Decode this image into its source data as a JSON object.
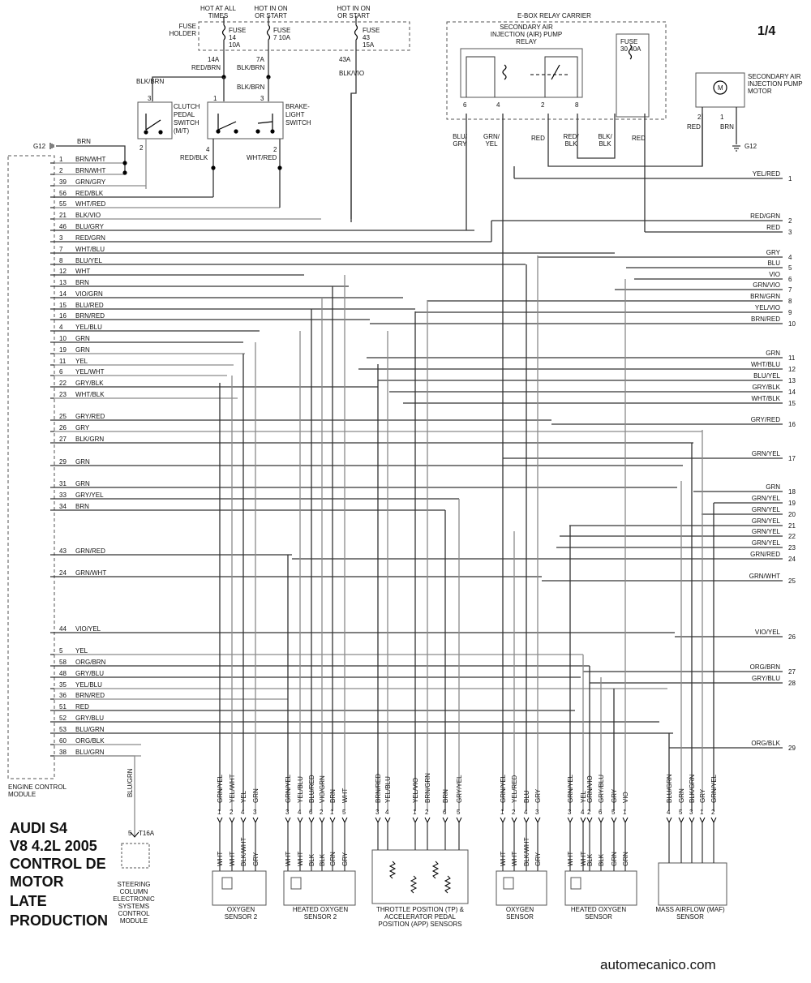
{
  "page_number": "1/4",
  "title_lines": [
    "AUDI S4",
    "V8 4.2L 2005",
    "CONTROL DE",
    "MOTOR",
    "LATE",
    "PRODUCTION"
  ],
  "website": "automecanico.com",
  "power": {
    "hot_at_all_times": "HOT AT ALL TIMES",
    "hot_in_on_or_start_1": "HOT IN ON OR START",
    "hot_in_on_or_start_2": "HOT IN ON OR START",
    "fuse_holder": "FUSE HOLDER",
    "fuse14": "FUSE 14 10A",
    "fuse7": "FUSE 7 10A",
    "fuse43": "FUSE 43 15A",
    "w14a": "14A",
    "w14a_color": "RED/BRN",
    "w7a": "7A",
    "w7a_color": "BLK/BRN",
    "w43a": "43A",
    "w43a_color": "BLK/VIO",
    "blk_brn_vert": "BLK/BRN",
    "blk_brn_2": "BLK/BRN"
  },
  "switches": {
    "clutch": "CLUTCH PEDAL SWITCH (M/T)",
    "brake": "BRAKE-LIGHT SWITCH",
    "red_blk": "RED/BLK",
    "wht_red": "WHT/RED"
  },
  "ground_left": {
    "label": "G12",
    "wire": "BRN"
  },
  "ebox": {
    "title": "E-BOX RELAY CARRIER",
    "relay": "SECONDARY AIR INJECTION (AIR) PUMP RELAY",
    "fuse30": "FUSE 30 40A",
    "pins": [
      "6",
      "4",
      "2",
      "8"
    ],
    "wires": [
      "BLU/ GRY",
      "GRN/ YEL",
      "RED",
      "RED/ BLK",
      "BLK/ BLK",
      "RED"
    ]
  },
  "pump": {
    "label": "SECONDARY AIR INJECTION PUMP MOTOR",
    "wire_red": "RED",
    "wire_brn": "BRN",
    "ground": "G12",
    "pin2": "2",
    "pin1": "1"
  },
  "ecm_label": "ENGINE CONTROL MODULE",
  "ecm_pins": [
    {
      "pin": "1",
      "color": "BRN/WHT"
    },
    {
      "pin": "2",
      "color": "BRN/WHT"
    },
    {
      "pin": "39",
      "color": "GRN/GRY"
    },
    {
      "pin": "56",
      "color": "RED/BLK"
    },
    {
      "pin": "55",
      "color": "WHT/RED"
    },
    {
      "pin": "21",
      "color": "BLK/VIO"
    },
    {
      "pin": "46",
      "color": "BLU/GRY"
    },
    {
      "pin": "3",
      "color": "RED/GRN"
    },
    {
      "pin": "7",
      "color": "WHT/BLU"
    },
    {
      "pin": "8",
      "color": "BLU/YEL"
    },
    {
      "pin": "12",
      "color": "WHT"
    },
    {
      "pin": "13",
      "color": "BRN"
    },
    {
      "pin": "14",
      "color": "VIO/GRN"
    },
    {
      "pin": "15",
      "color": "BLU/RED"
    },
    {
      "pin": "16",
      "color": "BRN/RED"
    },
    {
      "pin": "4",
      "color": "YEL/BLU"
    },
    {
      "pin": "10",
      "color": "GRN"
    },
    {
      "pin": "19",
      "color": "GRN"
    },
    {
      "pin": "11",
      "color": "YEL"
    },
    {
      "pin": "6",
      "color": "YEL/WHT"
    },
    {
      "pin": "22",
      "color": "GRY/BLK"
    },
    {
      "pin": "23",
      "color": "WHT/BLK"
    },
    {
      "pin": "25",
      "color": "GRY/RED"
    },
    {
      "pin": "26",
      "color": "GRY"
    },
    {
      "pin": "27",
      "color": "BLK/GRN"
    },
    {
      "pin": "29",
      "color": "GRN"
    },
    {
      "pin": "31",
      "color": "GRN"
    },
    {
      "pin": "33",
      "color": "GRY/YEL"
    },
    {
      "pin": "34",
      "color": "BRN"
    },
    {
      "pin": "43",
      "color": "GRN/RED"
    },
    {
      "pin": "24",
      "color": "GRN/WHT"
    },
    {
      "pin": "44",
      "color": "VIO/YEL"
    },
    {
      "pin": "5",
      "color": "YEL"
    },
    {
      "pin": "58",
      "color": "ORG/BRN"
    },
    {
      "pin": "48",
      "color": "GRY/BLU"
    },
    {
      "pin": "35",
      "color": "YEL/BLU"
    },
    {
      "pin": "36",
      "color": "BRN/RED"
    },
    {
      "pin": "51",
      "color": "RED"
    },
    {
      "pin": "52",
      "color": "GRY/BLU"
    },
    {
      "pin": "53",
      "color": "BLU/GRN"
    },
    {
      "pin": "60",
      "color": "ORG/BLK"
    },
    {
      "pin": "38",
      "color": "BLU/GRN"
    }
  ],
  "right_refs": [
    {
      "num": "1",
      "color": "YEL/RED"
    },
    {
      "num": "2",
      "color": "RED/GRN"
    },
    {
      "num": "3",
      "color": "RED"
    },
    {
      "num": "4",
      "color": "GRY"
    },
    {
      "num": "5",
      "color": "BLU"
    },
    {
      "num": "6",
      "color": "VIO"
    },
    {
      "num": "7",
      "color": "GRN/VIO"
    },
    {
      "num": "8",
      "color": "BRN/GRN"
    },
    {
      "num": "9",
      "color": "YEL/VIO"
    },
    {
      "num": "10",
      "color": "BRN/RED"
    },
    {
      "num": "11",
      "color": "GRN"
    },
    {
      "num": "12",
      "color": "WHT/BLU"
    },
    {
      "num": "13",
      "color": "BLU/YEL"
    },
    {
      "num": "14",
      "color": "GRY/BLK"
    },
    {
      "num": "15",
      "color": "WHT/BLK"
    },
    {
      "num": "16",
      "color": "GRY/RED"
    },
    {
      "num": "17",
      "color": "GRN/YEL"
    },
    {
      "num": "18",
      "color": "GRN"
    },
    {
      "num": "19",
      "color": "GRN/YEL"
    },
    {
      "num": "20",
      "color": "GRN/YEL"
    },
    {
      "num": "21",
      "color": "GRN/YEL"
    },
    {
      "num": "22",
      "color": "GRN/YEL"
    },
    {
      "num": "23",
      "color": "GRN/YEL"
    },
    {
      "num": "24",
      "color": "GRN/RED"
    },
    {
      "num": "25",
      "color": "GRN/WHT"
    },
    {
      "num": "26",
      "color": "VIO/YEL"
    },
    {
      "num": "27",
      "color": "ORG/BRN"
    },
    {
      "num": "28",
      "color": "GRY/BLU"
    },
    {
      "num": "29",
      "color": "ORG/BLK"
    }
  ],
  "steering": {
    "wire": "BLU/GRN",
    "pin": "5",
    "connector": "T16A",
    "label": "STEERING COLUMN ELECTRONIC SYSTEMS CONTROL MODULE"
  },
  "sensors": [
    {
      "label": "OXYGEN SENSOR 2",
      "top": [
        "GRN/YEL",
        "YEL/WHT",
        "YEL",
        "GRN"
      ],
      "pins": [
        "1",
        "2",
        "4",
        "3"
      ],
      "bottom": [
        "WHT",
        "WHT",
        "BLK/WHT",
        "GRY"
      ]
    },
    {
      "label": "HEATED OXYGEN SENSOR 2",
      "top": [
        "GRN/YEL",
        "YEL/BLU",
        "BLU/RED",
        "VIO/GRN",
        "BRN",
        "WHT"
      ],
      "pins": [
        "3",
        "4",
        "6",
        "2",
        "1",
        "5"
      ],
      "bottom": [
        "WHT",
        "WHT",
        "BLK",
        "BLK",
        "GRN",
        "GRY"
      ]
    },
    {
      "label": "THROTTLE POSITION (TP) & ACCELERATOR PEDAL POSITION (APP) SENSORS",
      "top": [
        "BRN/RED",
        "YEL/BLU",
        "YEL/VIO",
        "BRN/GRN",
        "BRN",
        "GRY/YEL"
      ],
      "pins": [
        "3",
        "4",
        "1",
        "2",
        "6",
        "5"
      ]
    },
    {
      "label": "OXYGEN SENSOR",
      "top": [
        "GRN/YEL",
        "YEL/RED",
        "BLU",
        "GRY"
      ],
      "pins": [
        "1",
        "2",
        "4",
        "3"
      ],
      "bottom": [
        "WHT",
        "WHT",
        "BLK/WHT",
        "GRY"
      ]
    },
    {
      "label": "HEATED OXYGEN SENSOR",
      "top": [
        "GRN/YEL",
        "YEL",
        "GRN/VIO",
        "GRY/BLU",
        "GRY",
        "VIO"
      ],
      "pins": [
        "3",
        "4",
        "2",
        "6",
        "5",
        "1"
      ],
      "bottom": [
        "WHT",
        "WHT",
        "BLK",
        "BLK",
        "GRN",
        "GRN"
      ]
    },
    {
      "label": "MASS AIRFLOW (MAF) SENSOR",
      "top": [
        "BLU/GRN",
        "GRN",
        "BLK/GRN",
        "GRY",
        "GRN/YEL"
      ],
      "pins": [
        "4",
        "5",
        "3",
        "1",
        "2"
      ]
    }
  ]
}
